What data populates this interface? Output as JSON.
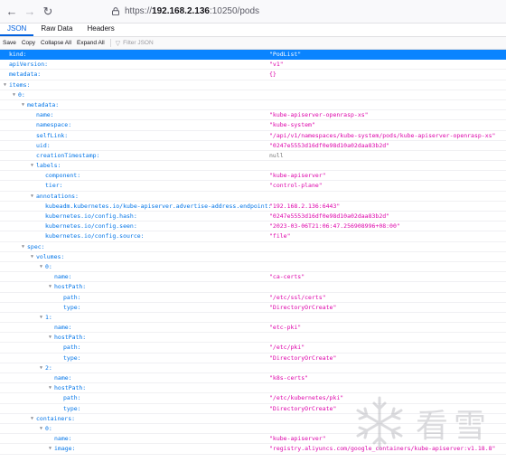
{
  "nav": {
    "url_scheme": "https://",
    "url_host": "192.168.2.136",
    "url_rest": ":10250/pods"
  },
  "tabs": [
    {
      "label": "JSON",
      "active": true
    },
    {
      "label": "Raw Data",
      "active": false
    },
    {
      "label": "Headers",
      "active": false
    }
  ],
  "toolbar": {
    "save": "Save",
    "copy": "Copy",
    "collapse_all": "Collapse All",
    "expand_all": "Expand All",
    "filter_placeholder": "Filter JSON"
  },
  "rows": [
    {
      "d": 0,
      "k": "kind:",
      "v": "\"PodList\"",
      "sel": true
    },
    {
      "d": 0,
      "k": "apiVersion:",
      "v": "\"v1\""
    },
    {
      "d": 0,
      "k": "metadata:",
      "v": "{}"
    },
    {
      "d": 0,
      "k": "items:",
      "tw": true
    },
    {
      "d": 1,
      "k": "0:",
      "tw": true
    },
    {
      "d": 2,
      "k": "metadata:",
      "tw": true
    },
    {
      "d": 3,
      "k": "name:",
      "v": "\"kube-apiserver-openrasp-xs\""
    },
    {
      "d": 3,
      "k": "namespace:",
      "v": "\"kube-system\""
    },
    {
      "d": 3,
      "k": "selfLink:",
      "v": "\"/api/v1/namespaces/kube-system/pods/kube-apiserver-openrasp-xs\""
    },
    {
      "d": 3,
      "k": "uid:",
      "v": "\"0247e5553d16df0e98d10a02daa83b2d\""
    },
    {
      "d": 3,
      "k": "creationTimestamp:",
      "v": "null",
      "null": true
    },
    {
      "d": 3,
      "k": "labels:",
      "tw": true
    },
    {
      "d": 4,
      "k": "component:",
      "v": "\"kube-apiserver\""
    },
    {
      "d": 4,
      "k": "tier:",
      "v": "\"control-plane\""
    },
    {
      "d": 3,
      "k": "annotations:",
      "tw": true
    },
    {
      "d": 4,
      "k": "kubeadm.kubernetes.io/kube-apiserver.advertise-address.endpoint:",
      "v": "\"192.168.2.136:6443\""
    },
    {
      "d": 4,
      "k": "kubernetes.io/config.hash:",
      "v": "\"0247e5553d16df0e98d10a02daa83b2d\""
    },
    {
      "d": 4,
      "k": "kubernetes.io/config.seen:",
      "v": "\"2023-03-06T21:06:47.256908996+08:00\""
    },
    {
      "d": 4,
      "k": "kubernetes.io/config.source:",
      "v": "\"file\""
    },
    {
      "d": 2,
      "k": "spec:",
      "tw": true
    },
    {
      "d": 3,
      "k": "volumes:",
      "tw": true
    },
    {
      "d": 4,
      "k": "0:",
      "tw": true
    },
    {
      "d": 5,
      "k": "name:",
      "v": "\"ca-certs\""
    },
    {
      "d": 5,
      "k": "hostPath:",
      "tw": true
    },
    {
      "d": 6,
      "k": "path:",
      "v": "\"/etc/ssl/certs\""
    },
    {
      "d": 6,
      "k": "type:",
      "v": "\"DirectoryOrCreate\""
    },
    {
      "d": 4,
      "k": "1:",
      "tw": true
    },
    {
      "d": 5,
      "k": "name:",
      "v": "\"etc-pki\""
    },
    {
      "d": 5,
      "k": "hostPath:",
      "tw": true
    },
    {
      "d": 6,
      "k": "path:",
      "v": "\"/etc/pki\""
    },
    {
      "d": 6,
      "k": "type:",
      "v": "\"DirectoryOrCreate\""
    },
    {
      "d": 4,
      "k": "2:",
      "tw": true
    },
    {
      "d": 5,
      "k": "name:",
      "v": "\"k8s-certs\""
    },
    {
      "d": 5,
      "k": "hostPath:",
      "tw": true
    },
    {
      "d": 6,
      "k": "path:",
      "v": "\"/etc/kubernetes/pki\""
    },
    {
      "d": 6,
      "k": "type:",
      "v": "\"DirectoryOrCreate\""
    },
    {
      "d": 3,
      "k": "containers:",
      "tw": true
    },
    {
      "d": 4,
      "k": "0:",
      "tw": true
    },
    {
      "d": 5,
      "k": "name:",
      "v": "\"kube-apiserver\""
    },
    {
      "d": 5,
      "k": "image:",
      "v": "\"registry.aliyuncs.com/google_containers/kube-apiserver:v1.18.8\"",
      "tw": true
    }
  ],
  "watermark": {
    "text": "看雪"
  },
  "colors": {
    "key": "#0074e8",
    "string": "#dd00a9",
    "null": "#737373",
    "selected_row": "#0a84ff",
    "active_tab": "#0060df"
  }
}
